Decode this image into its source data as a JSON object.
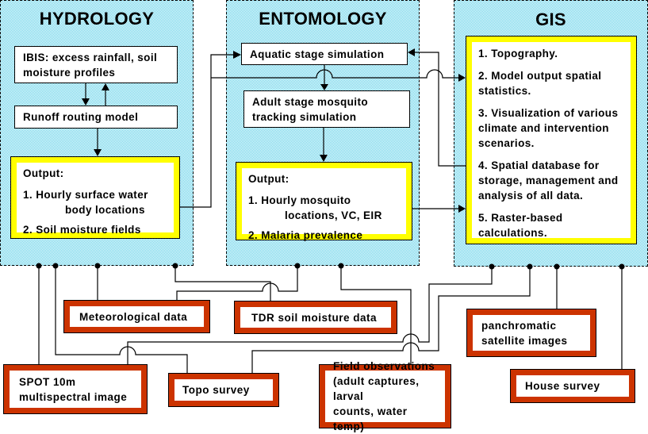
{
  "panels": {
    "hydrology": {
      "title": "HYDROLOGY",
      "ibis": [
        "IBIS: excess rainfall, soil",
        "moisture profiles"
      ],
      "runoff": "Runoff routing model",
      "output": {
        "heading": "Output:",
        "item1_line1": "1. Hourly surface water",
        "item1_line2": "body locations",
        "item2": "2. Soil moisture fields"
      }
    },
    "entomology": {
      "title": "ENTOMOLOGY",
      "aquatic": "Aquatic stage simulation",
      "adult": [
        "Adult stage mosquito",
        "tracking simulation"
      ],
      "output": {
        "heading": "Output:",
        "item1_line1": "1. Hourly mosquito",
        "item1_line2": "locations, VC, EIR",
        "item2": "2. Malaria prevalence"
      }
    },
    "gis": {
      "title": "GIS",
      "items": [
        "1. Topography.",
        "2. Model output spatial statistics.",
        "3. Visualization of various climate and intervention scenarios.",
        "4. Spatial database for storage, management and analysis of all data.",
        "5. Raster-based calculations."
      ]
    }
  },
  "data_sources": {
    "meteorological": "Meteorological data",
    "tdr": "TDR soil moisture data",
    "panchromatic": [
      "panchromatic",
      "satellite images"
    ],
    "spot": [
      "SPOT 10m",
      "multispectral image"
    ],
    "topo": "Topo survey",
    "field": [
      "Field observations",
      "(adult captures, larval",
      "counts, water temp)"
    ],
    "house": "House survey"
  },
  "colors": {
    "panel_bg": "#5fd0e8",
    "output_border": "#ffff00",
    "source_border": "#cc3300"
  }
}
